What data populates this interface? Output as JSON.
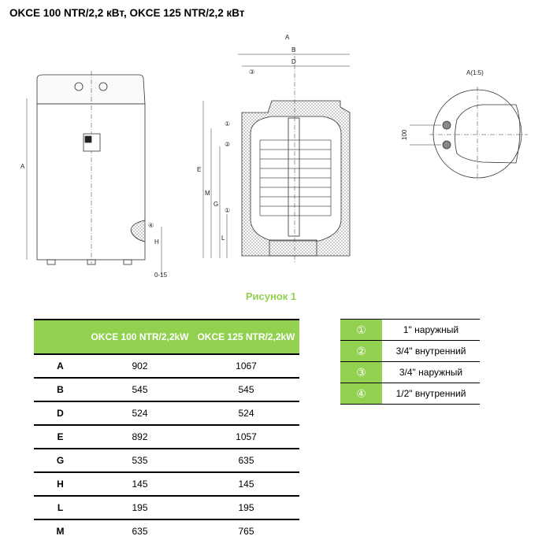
{
  "title": "OKCE 100 NTR/2,2 кВт, OKCE 125 NTR/2,2 кВт",
  "drawing": {
    "labels": {
      "A": "A",
      "B": "B",
      "D": "D",
      "E": "E",
      "G": "G",
      "H": "H",
      "L": "L",
      "M": "M",
      "view": "A",
      "floor": "0-15",
      "scale": "A(1:5)",
      "spacing": "100"
    },
    "markers": [
      "①",
      "②",
      "③",
      "④"
    ]
  },
  "caption": "Рисунок 1",
  "dimensions": {
    "headers": [
      "",
      "OKCE 100 NTR/2,2kW",
      "OKCE 125 NTR/2,2kW"
    ],
    "rows": [
      {
        "k": "A",
        "v1": "902",
        "v2": "1067"
      },
      {
        "k": "B",
        "v1": "545",
        "v2": "545"
      },
      {
        "k": "D",
        "v1": "524",
        "v2": "524"
      },
      {
        "k": "E",
        "v1": "892",
        "v2": "1057"
      },
      {
        "k": "G",
        "v1": "535",
        "v2": "635"
      },
      {
        "k": "H",
        "v1": "145",
        "v2": "145"
      },
      {
        "k": "L",
        "v1": "195",
        "v2": "195"
      },
      {
        "k": "M",
        "v1": "635",
        "v2": "765"
      }
    ]
  },
  "connections": [
    {
      "n": "①",
      "t": "1\" наружный"
    },
    {
      "n": "②",
      "t": "3/4\" внутренний"
    },
    {
      "n": "③",
      "t": "3/4\" наружный"
    },
    {
      "n": "④",
      "t": "1/2\" внутренний"
    }
  ]
}
